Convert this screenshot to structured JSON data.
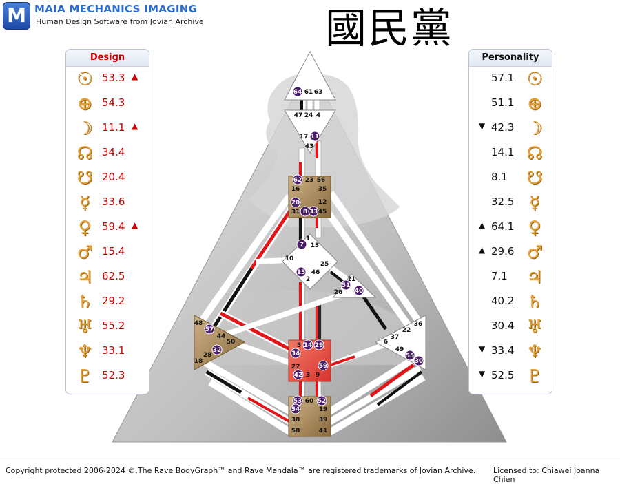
{
  "header": {
    "brand": "MAIA MECHANICS IMAGING",
    "tagline": "Human Design Software from Jovian Archive",
    "logo_letter": "M",
    "title": "國民黨"
  },
  "design": {
    "heading": "Design",
    "rows": [
      {
        "planet": "sun-icon",
        "glyph": "☉",
        "value": "53.3",
        "arrow": "▲"
      },
      {
        "planet": "earth-icon",
        "glyph": "⊕",
        "value": "54.3",
        "arrow": ""
      },
      {
        "planet": "moon-icon",
        "glyph": "☽",
        "value": "11.1",
        "arrow": "▲"
      },
      {
        "planet": "north-node-icon",
        "glyph": "☊",
        "value": "34.4",
        "arrow": ""
      },
      {
        "planet": "south-node-icon",
        "glyph": "☋",
        "value": "20.4",
        "arrow": ""
      },
      {
        "planet": "mercury-icon",
        "glyph": "☿",
        "value": "33.6",
        "arrow": ""
      },
      {
        "planet": "venus-icon",
        "glyph": "♀",
        "value": "59.4",
        "arrow": "▲"
      },
      {
        "planet": "mars-icon",
        "glyph": "♂",
        "value": "15.4",
        "arrow": ""
      },
      {
        "planet": "jupiter-icon",
        "glyph": "♃",
        "value": "62.5",
        "arrow": ""
      },
      {
        "planet": "saturn-icon",
        "glyph": "♄",
        "value": "29.2",
        "arrow": ""
      },
      {
        "planet": "uranus-icon",
        "glyph": "♅",
        "value": "55.2",
        "arrow": ""
      },
      {
        "planet": "neptune-icon",
        "glyph": "♆",
        "value": "33.1",
        "arrow": ""
      },
      {
        "planet": "pluto-icon",
        "glyph": "♇",
        "value": "52.3",
        "arrow": ""
      }
    ]
  },
  "personality": {
    "heading": "Personality",
    "rows": [
      {
        "planet": "sun-icon",
        "glyph": "☉",
        "value": "57.1",
        "arrow": ""
      },
      {
        "planet": "earth-icon",
        "glyph": "⊕",
        "value": "51.1",
        "arrow": ""
      },
      {
        "planet": "moon-icon",
        "glyph": "☽",
        "value": "42.3",
        "arrow": "▼"
      },
      {
        "planet": "north-node-icon",
        "glyph": "☊",
        "value": "14.1",
        "arrow": ""
      },
      {
        "planet": "south-node-icon",
        "glyph": "☋",
        "value": "8.1",
        "arrow": ""
      },
      {
        "planet": "mercury-icon",
        "glyph": "☿",
        "value": "32.5",
        "arrow": ""
      },
      {
        "planet": "venus-icon",
        "glyph": "♀",
        "value": "64.1",
        "arrow": "▲"
      },
      {
        "planet": "mars-icon",
        "glyph": "♂",
        "value": "29.6",
        "arrow": "▲"
      },
      {
        "planet": "jupiter-icon",
        "glyph": "♃",
        "value": "7.1",
        "arrow": ""
      },
      {
        "planet": "saturn-icon",
        "glyph": "♄",
        "value": "40.2",
        "arrow": ""
      },
      {
        "planet": "uranus-icon",
        "glyph": "♅",
        "value": "30.4",
        "arrow": ""
      },
      {
        "planet": "neptune-icon",
        "glyph": "♆",
        "value": "33.4",
        "arrow": "▼"
      },
      {
        "planet": "pluto-icon",
        "glyph": "♇",
        "value": "52.5",
        "arrow": "▼"
      }
    ]
  },
  "bodygraph": {
    "colors": {
      "design": "#e0161b",
      "personality": "#111111",
      "active_gate": "#4a1a6b",
      "center_defined": "#b08a58",
      "center_sacral": "#e2584a"
    },
    "gates": [
      {
        "n": "64",
        "active": true
      },
      {
        "n": "61",
        "active": false
      },
      {
        "n": "63",
        "active": false
      },
      {
        "n": "47",
        "active": false
      },
      {
        "n": "24",
        "active": false
      },
      {
        "n": "4",
        "active": false
      },
      {
        "n": "17",
        "active": false
      },
      {
        "n": "11",
        "active": true
      },
      {
        "n": "43",
        "active": false
      },
      {
        "n": "62",
        "active": true
      },
      {
        "n": "23",
        "active": false
      },
      {
        "n": "56",
        "active": false
      },
      {
        "n": "16",
        "active": false
      },
      {
        "n": "35",
        "active": false
      },
      {
        "n": "20",
        "active": true
      },
      {
        "n": "12",
        "active": false
      },
      {
        "n": "31",
        "active": false
      },
      {
        "n": "8",
        "active": true
      },
      {
        "n": "33",
        "active": true
      },
      {
        "n": "45",
        "active": false
      },
      {
        "n": "1",
        "active": false
      },
      {
        "n": "7",
        "active": true
      },
      {
        "n": "13",
        "active": false
      },
      {
        "n": "10",
        "active": false
      },
      {
        "n": "25",
        "active": false
      },
      {
        "n": "46",
        "active": false
      },
      {
        "n": "15",
        "active": true
      },
      {
        "n": "2",
        "active": false
      },
      {
        "n": "21",
        "active": false
      },
      {
        "n": "51",
        "active": true
      },
      {
        "n": "26",
        "active": false
      },
      {
        "n": "40",
        "active": true
      },
      {
        "n": "48",
        "active": false
      },
      {
        "n": "57",
        "active": true
      },
      {
        "n": "44",
        "active": false
      },
      {
        "n": "50",
        "active": false
      },
      {
        "n": "28",
        "active": false
      },
      {
        "n": "32",
        "active": true
      },
      {
        "n": "18",
        "active": false
      },
      {
        "n": "5",
        "active": false
      },
      {
        "n": "14",
        "active": true
      },
      {
        "n": "29",
        "active": true
      },
      {
        "n": "34",
        "active": true
      },
      {
        "n": "27",
        "active": false
      },
      {
        "n": "59",
        "active": true
      },
      {
        "n": "42",
        "active": true
      },
      {
        "n": "3",
        "active": false
      },
      {
        "n": "9",
        "active": false
      },
      {
        "n": "36",
        "active": false
      },
      {
        "n": "22",
        "active": false
      },
      {
        "n": "37",
        "active": false
      },
      {
        "n": "6",
        "active": false
      },
      {
        "n": "49",
        "active": false
      },
      {
        "n": "55",
        "active": true
      },
      {
        "n": "30",
        "active": true
      },
      {
        "n": "53",
        "active": true
      },
      {
        "n": "60",
        "active": false
      },
      {
        "n": "52",
        "active": true
      },
      {
        "n": "54",
        "active": true
      },
      {
        "n": "19",
        "active": false
      },
      {
        "n": "38",
        "active": false
      },
      {
        "n": "39",
        "active": false
      },
      {
        "n": "58",
        "active": false
      },
      {
        "n": "41",
        "active": false
      }
    ]
  },
  "footer": {
    "copyright": "Copyright protected 2006-2024 ©.The Rave BodyGraph™ and Rave Mandala™ are registered trademarks of Jovian Archive.",
    "license": "Licensed to: Chiawei Joanna Chien"
  }
}
